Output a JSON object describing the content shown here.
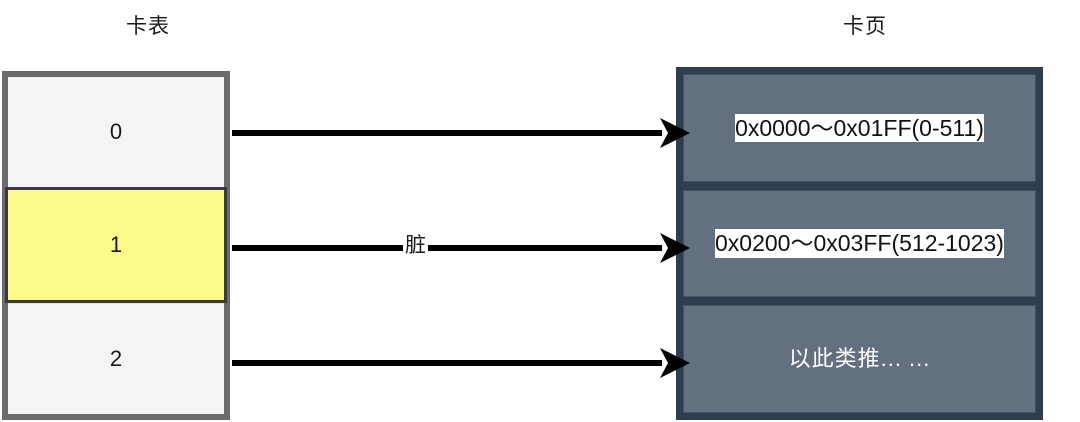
{
  "diagram": {
    "type": "card-table-to-card-page-mapping",
    "left_heading": "卡表",
    "right_heading": "卡页"
  },
  "card_table": {
    "title": "卡表",
    "rows": [
      {
        "label": "0",
        "state": "clean",
        "fill": "#f4f4f4"
      },
      {
        "label": "1",
        "state": "dirty",
        "fill": "#fbfa8b"
      },
      {
        "label": "2",
        "state": "clean",
        "fill": "#f4f4f4"
      }
    ],
    "border_color": "#6b6b6b"
  },
  "card_page": {
    "title": "卡页",
    "blocks": [
      {
        "text": "0x0000～0x01FF(0-511)",
        "highlighted": true
      },
      {
        "text": "0x0200～0x03FF(512-1023)",
        "highlighted": true
      },
      {
        "text": "以此类推... ...",
        "highlighted": false
      }
    ],
    "fill": "#63707f",
    "border_color": "#2f3e4e"
  },
  "arrows": [
    {
      "from_row": "0",
      "to_block": 0,
      "label": ""
    },
    {
      "from_row": "1",
      "to_block": 1,
      "label": "脏"
    },
    {
      "from_row": "2",
      "to_block": 2,
      "label": ""
    }
  ]
}
